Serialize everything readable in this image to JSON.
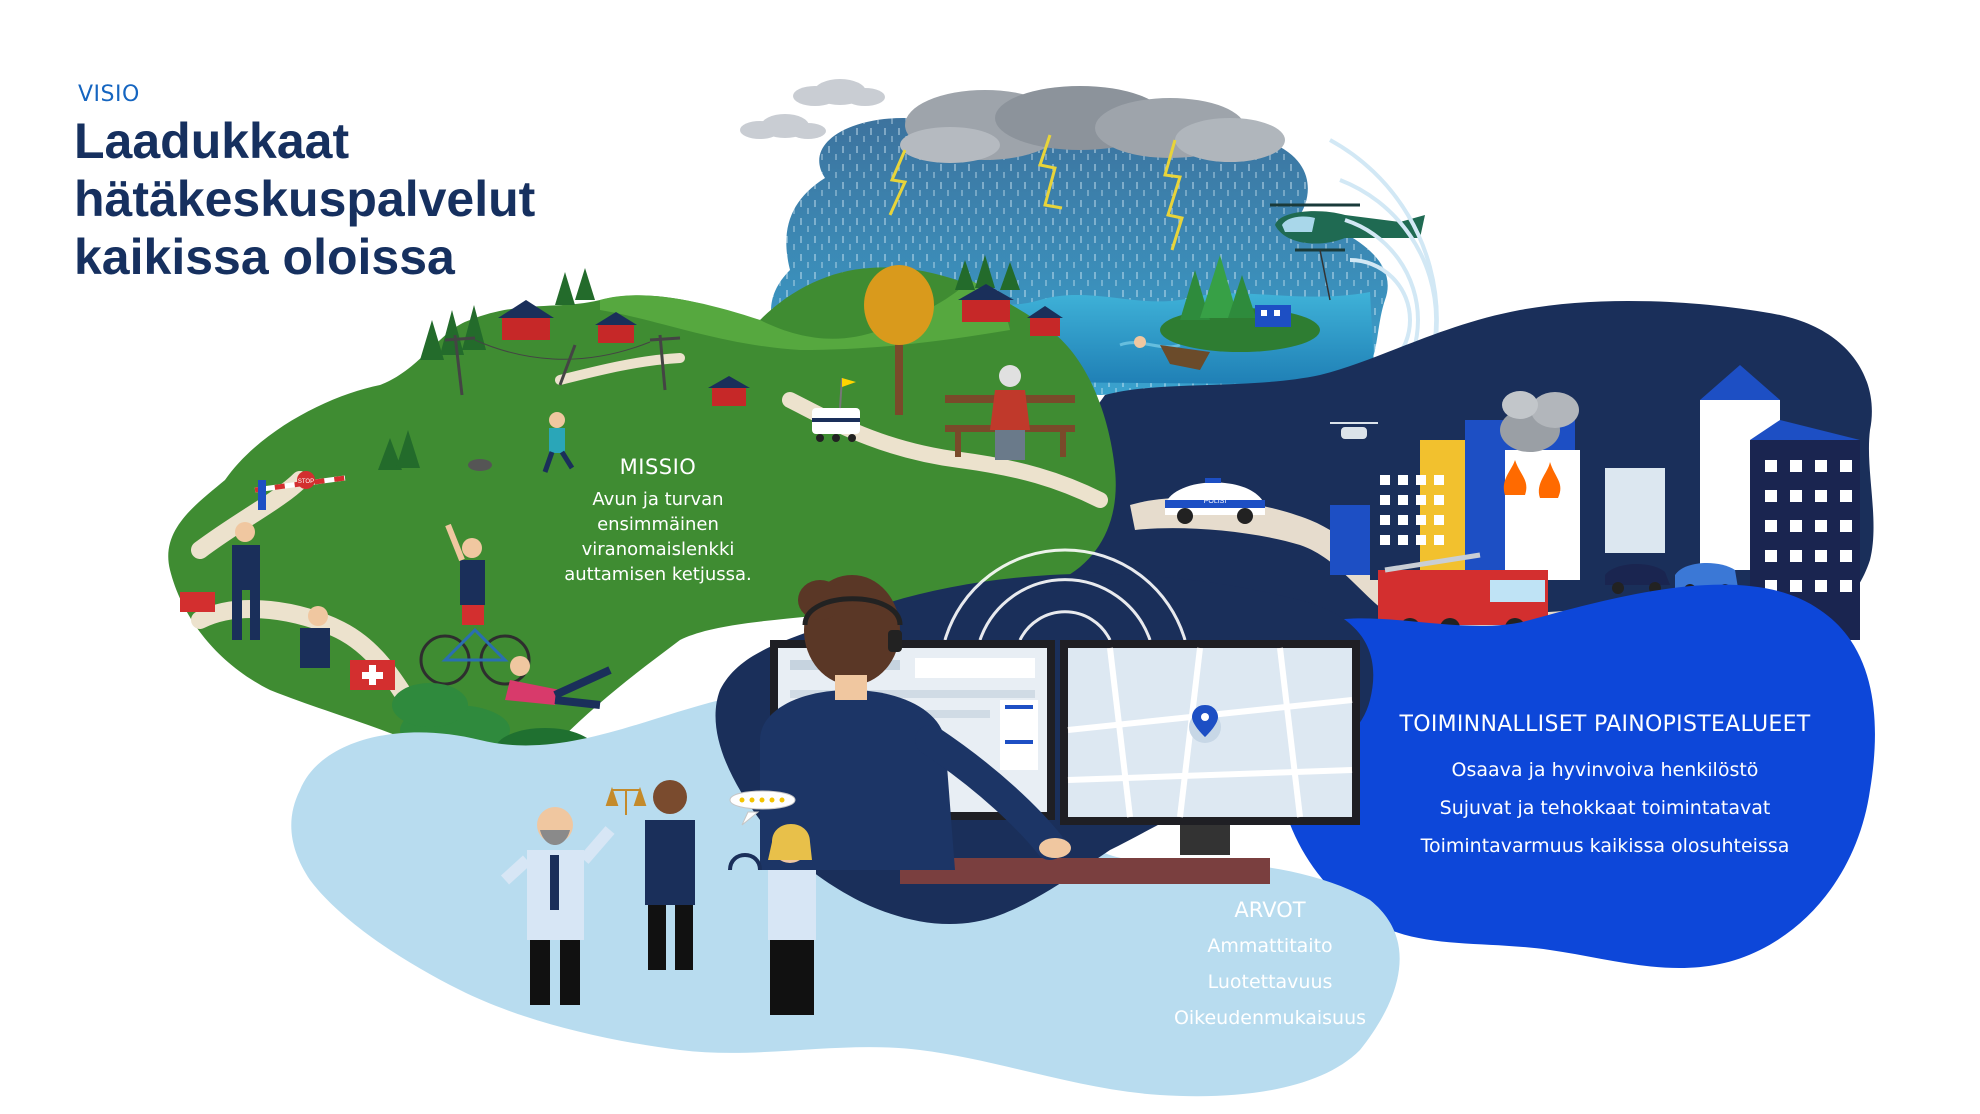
{
  "vision": {
    "label": "VISIO",
    "title_lines": [
      "Laadukkaat",
      "hätäkeskuspalvelut",
      "kaikissa oloissa"
    ]
  },
  "mission": {
    "heading": "MISSIO",
    "lines": [
      "Avun ja turvan",
      "ensimmäinen",
      "viranomaislenkki",
      "auttamisen ketjussa."
    ]
  },
  "focus_areas": {
    "heading": "TOIMINNALLISET PAINOPISTEALUEET",
    "items": [
      "Osaava ja hyvinvoiva henkilöstö",
      "Sujuvat ja tehokkaat toimintatavat",
      "Toimintavarmuus kaikissa olosuhteissa"
    ]
  },
  "values": {
    "heading": "ARVOT",
    "items": [
      "Ammattitaito",
      "Luotettavuus",
      "Oikeudenmukaisuus"
    ]
  },
  "scene": {
    "police_car_label": "POLISI",
    "stop_sign_label": "STOP",
    "colors": {
      "navy": "#1a2f5a",
      "bright_blue": "#0d47d9",
      "light_blue": "#b8dcef",
      "grass": "#3f8c32",
      "sea": "#2a8fc0",
      "fire": "#ff6a00"
    }
  }
}
